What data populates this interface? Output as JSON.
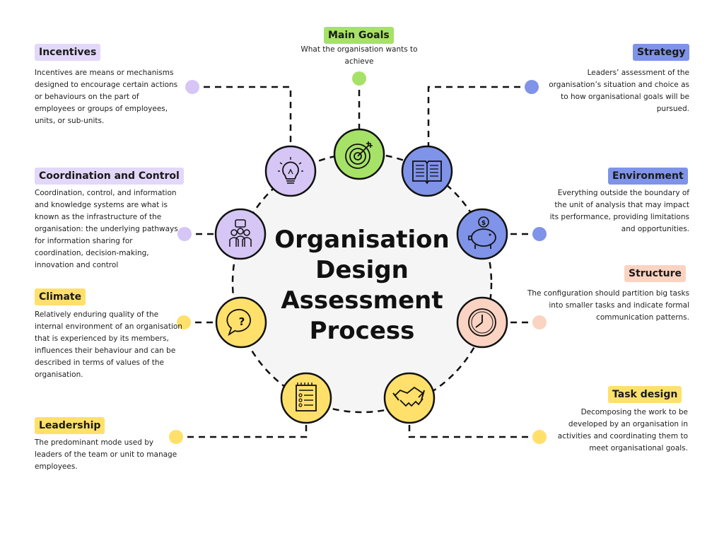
{
  "title_lines": [
    "Organisation",
    "Design",
    "Assessment",
    "Process"
  ],
  "colors": {
    "green": "#a6e267",
    "blue": "#7f93e8",
    "purple": "#d6c6f5",
    "peach": "#fbd3c2",
    "yellow": "#ffe06b",
    "center_fill": "#f5f5f5"
  },
  "nodes": {
    "main_goals": {
      "label": "Main Goals",
      "desc": "What the organisation wants to achieve",
      "icon": "target-icon"
    },
    "strategy": {
      "label": "Strategy",
      "desc": "Leaders’ assessment of the organisation’s situation and choice as to how organisational goals will be pursued.",
      "icon": "book-icon"
    },
    "environment": {
      "label": "Environment",
      "desc": "Everything outside the boundary of the unit of analysis that may impact its performance, providing limitations and opportunities.",
      "icon": "piggy-bank-icon"
    },
    "structure": {
      "label": "Structure",
      "desc": "The configuration should partition big tasks into smaller tasks  and indicate formal communication patterns.",
      "icon": "clock-icon"
    },
    "task_design": {
      "label": "Task design",
      "desc": "Decomposing the work to be developed by an organisation in activities and coordinating them to meet organisational goals.",
      "icon": "handshake-icon"
    },
    "leadership": {
      "label": "Leadership",
      "desc": "The predominant mode used by leaders of the team or unit to manage employees.",
      "icon": "checklist-icon"
    },
    "climate": {
      "label": "Climate",
      "desc": "Relatively enduring quality of the internal environment of an organisation that is experienced by its members, influences their behaviour and can be described in terms of values of the organisation.",
      "icon": "question-bubble-icon"
    },
    "coordination": {
      "label": "Coordination and Control",
      "desc": "Coordination, control, and information and knowledge systems are what is known as the infrastructure of the organisation: the underlying pathways for information sharing for coordination, decision-making, innovation and control",
      "icon": "team-icon"
    },
    "incentives": {
      "label": "Incentives",
      "desc": "Incentives are means or mechanisms designed to encourage certain actions or behaviours on the part of employees or groups of employees, units, or sub-units.",
      "icon": "lightbulb-icon"
    }
  }
}
